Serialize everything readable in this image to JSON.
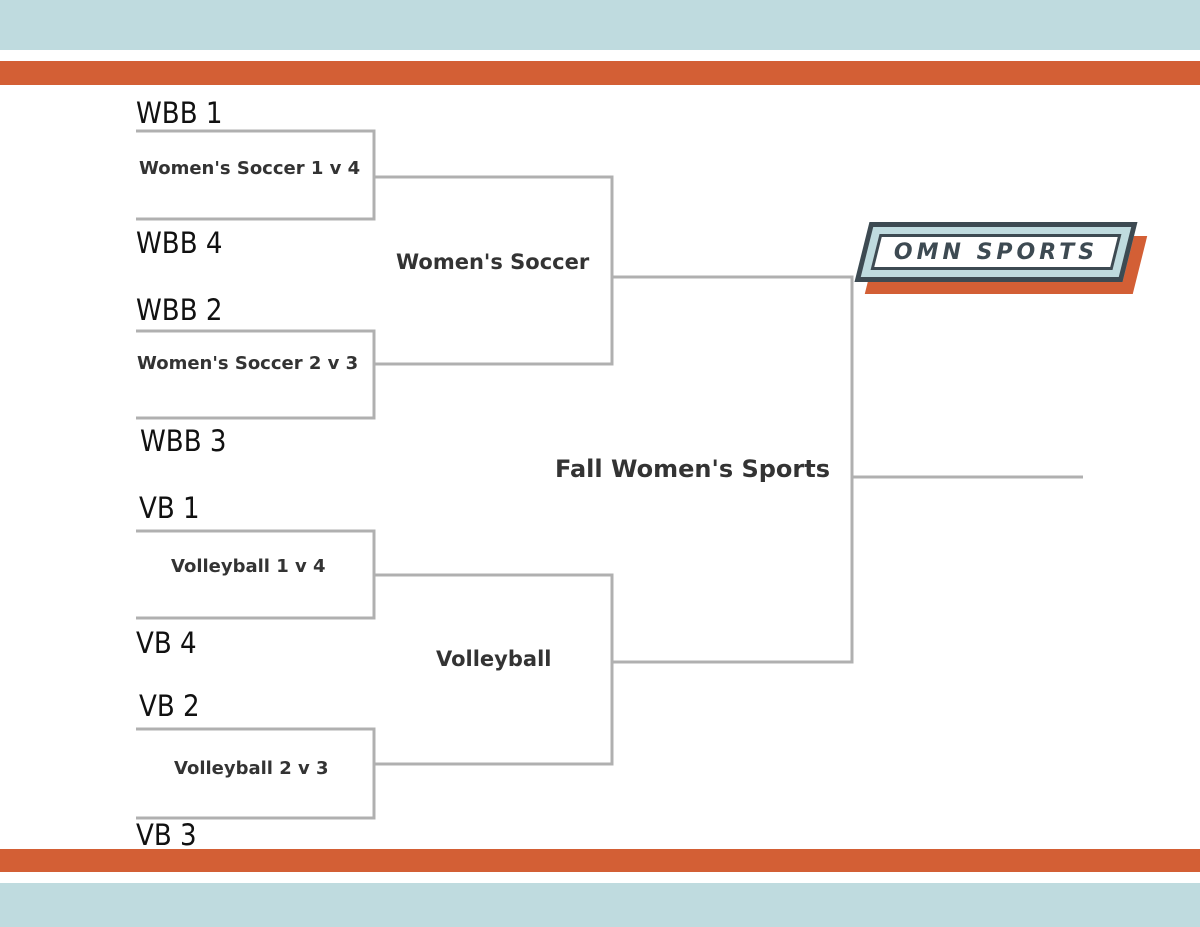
{
  "colors": {
    "light_blue": "#bfdbdf",
    "orange": "#d35f35",
    "line": "#b0b0b0",
    "logo_dark": "#3d4a52"
  },
  "logo": {
    "text": "OMN SPORTS"
  },
  "teams": {
    "wbb1": "WBB 1",
    "wbb4": "WBB 4",
    "wbb2": "WBB 2",
    "wbb3": "WBB 3",
    "vb1": "VB 1",
    "vb4": "VB 4",
    "vb2": "VB 2",
    "vb3": "VB 3"
  },
  "matches": {
    "soccer_1v4": "Women's Soccer 1 v 4",
    "soccer_2v3": "Women's Soccer 2 v 3",
    "volleyball_1v4": "Volleyball 1 v 4",
    "volleyball_2v3": "Volleyball 2 v 3"
  },
  "rounds": {
    "soccer": "Women's Soccer",
    "volleyball": "Volleyball"
  },
  "final": "Fall Women's Sports"
}
